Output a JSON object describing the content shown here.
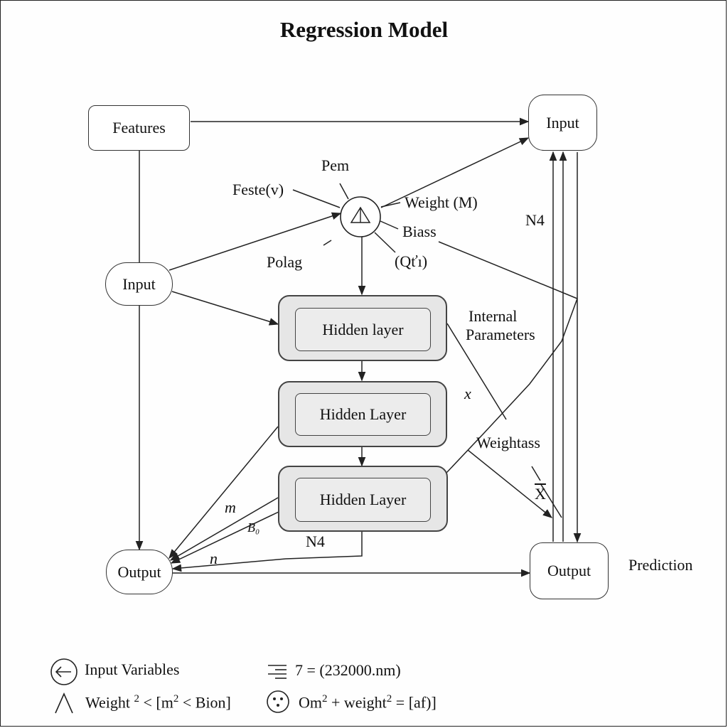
{
  "title": "Regression Model",
  "nodes": {
    "features": "Features",
    "input_right": "Input",
    "input_left": "Input",
    "hidden_1": "Hidden layer",
    "hidden_2": "Hidden Layer",
    "hidden_3": "Hidden Layer",
    "output_left": "Output",
    "output_right": "Output"
  },
  "labels": {
    "pem": "Pem",
    "feste": "Feste(v)",
    "weight_m": "Weight (M)",
    "biass": "Biass",
    "polag": "Polag",
    "q": "(Qťı)",
    "n4_top": "N4",
    "internal_1": "Internal",
    "internal_2": "Parameters",
    "x_small": "x",
    "weightass": "Weightass",
    "x_bar": "X",
    "m": "m",
    "b": "B₀",
    "n": "n",
    "n4_bottom": "N4",
    "prediction": "Prediction",
    "tick": "⁄"
  },
  "legend": {
    "item1": "Input Variables",
    "item2": "7 = (232000.nm)",
    "item3_prefix": "Weight",
    "item3_sup": "2",
    "item3_mid": " < [m",
    "item3_sup2": "2",
    "item3_suffix": " < Bion]",
    "item4_prefix": "Om",
    "item4_sup": "2",
    "item4_mid": " + weight",
    "item4_sup2": "2",
    "item4_suffix": " = [af)]",
    "icons": [
      "left-arrow-circle-icon",
      "stacked-lines-icon",
      "letter-a-icon",
      "dotted-face-circle-icon"
    ]
  }
}
